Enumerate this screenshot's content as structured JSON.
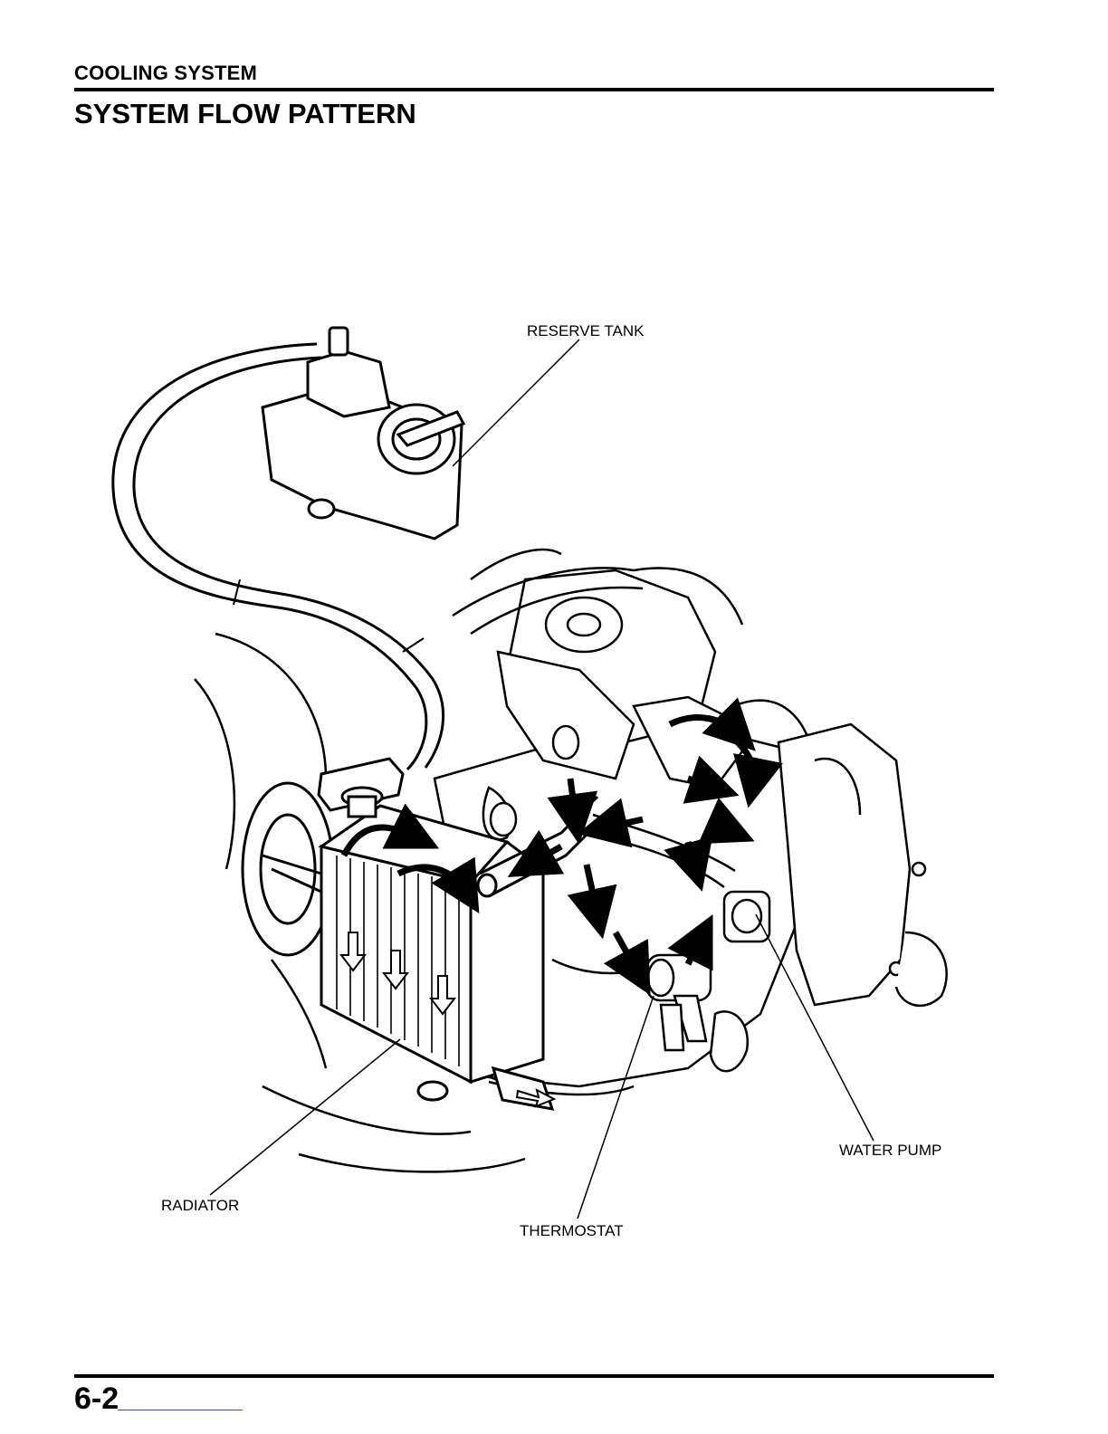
{
  "header": {
    "section": "COOLING SYSTEM",
    "title": "SYSTEM FLOW PATTERN"
  },
  "diagram": {
    "callouts": {
      "reserve_tank": "RESERVE TANK",
      "radiator": "RADIATOR",
      "thermostat": "THERMOSTAT",
      "water_pump": "WATER PUMP"
    }
  },
  "footer": {
    "page_number": "6-2"
  }
}
